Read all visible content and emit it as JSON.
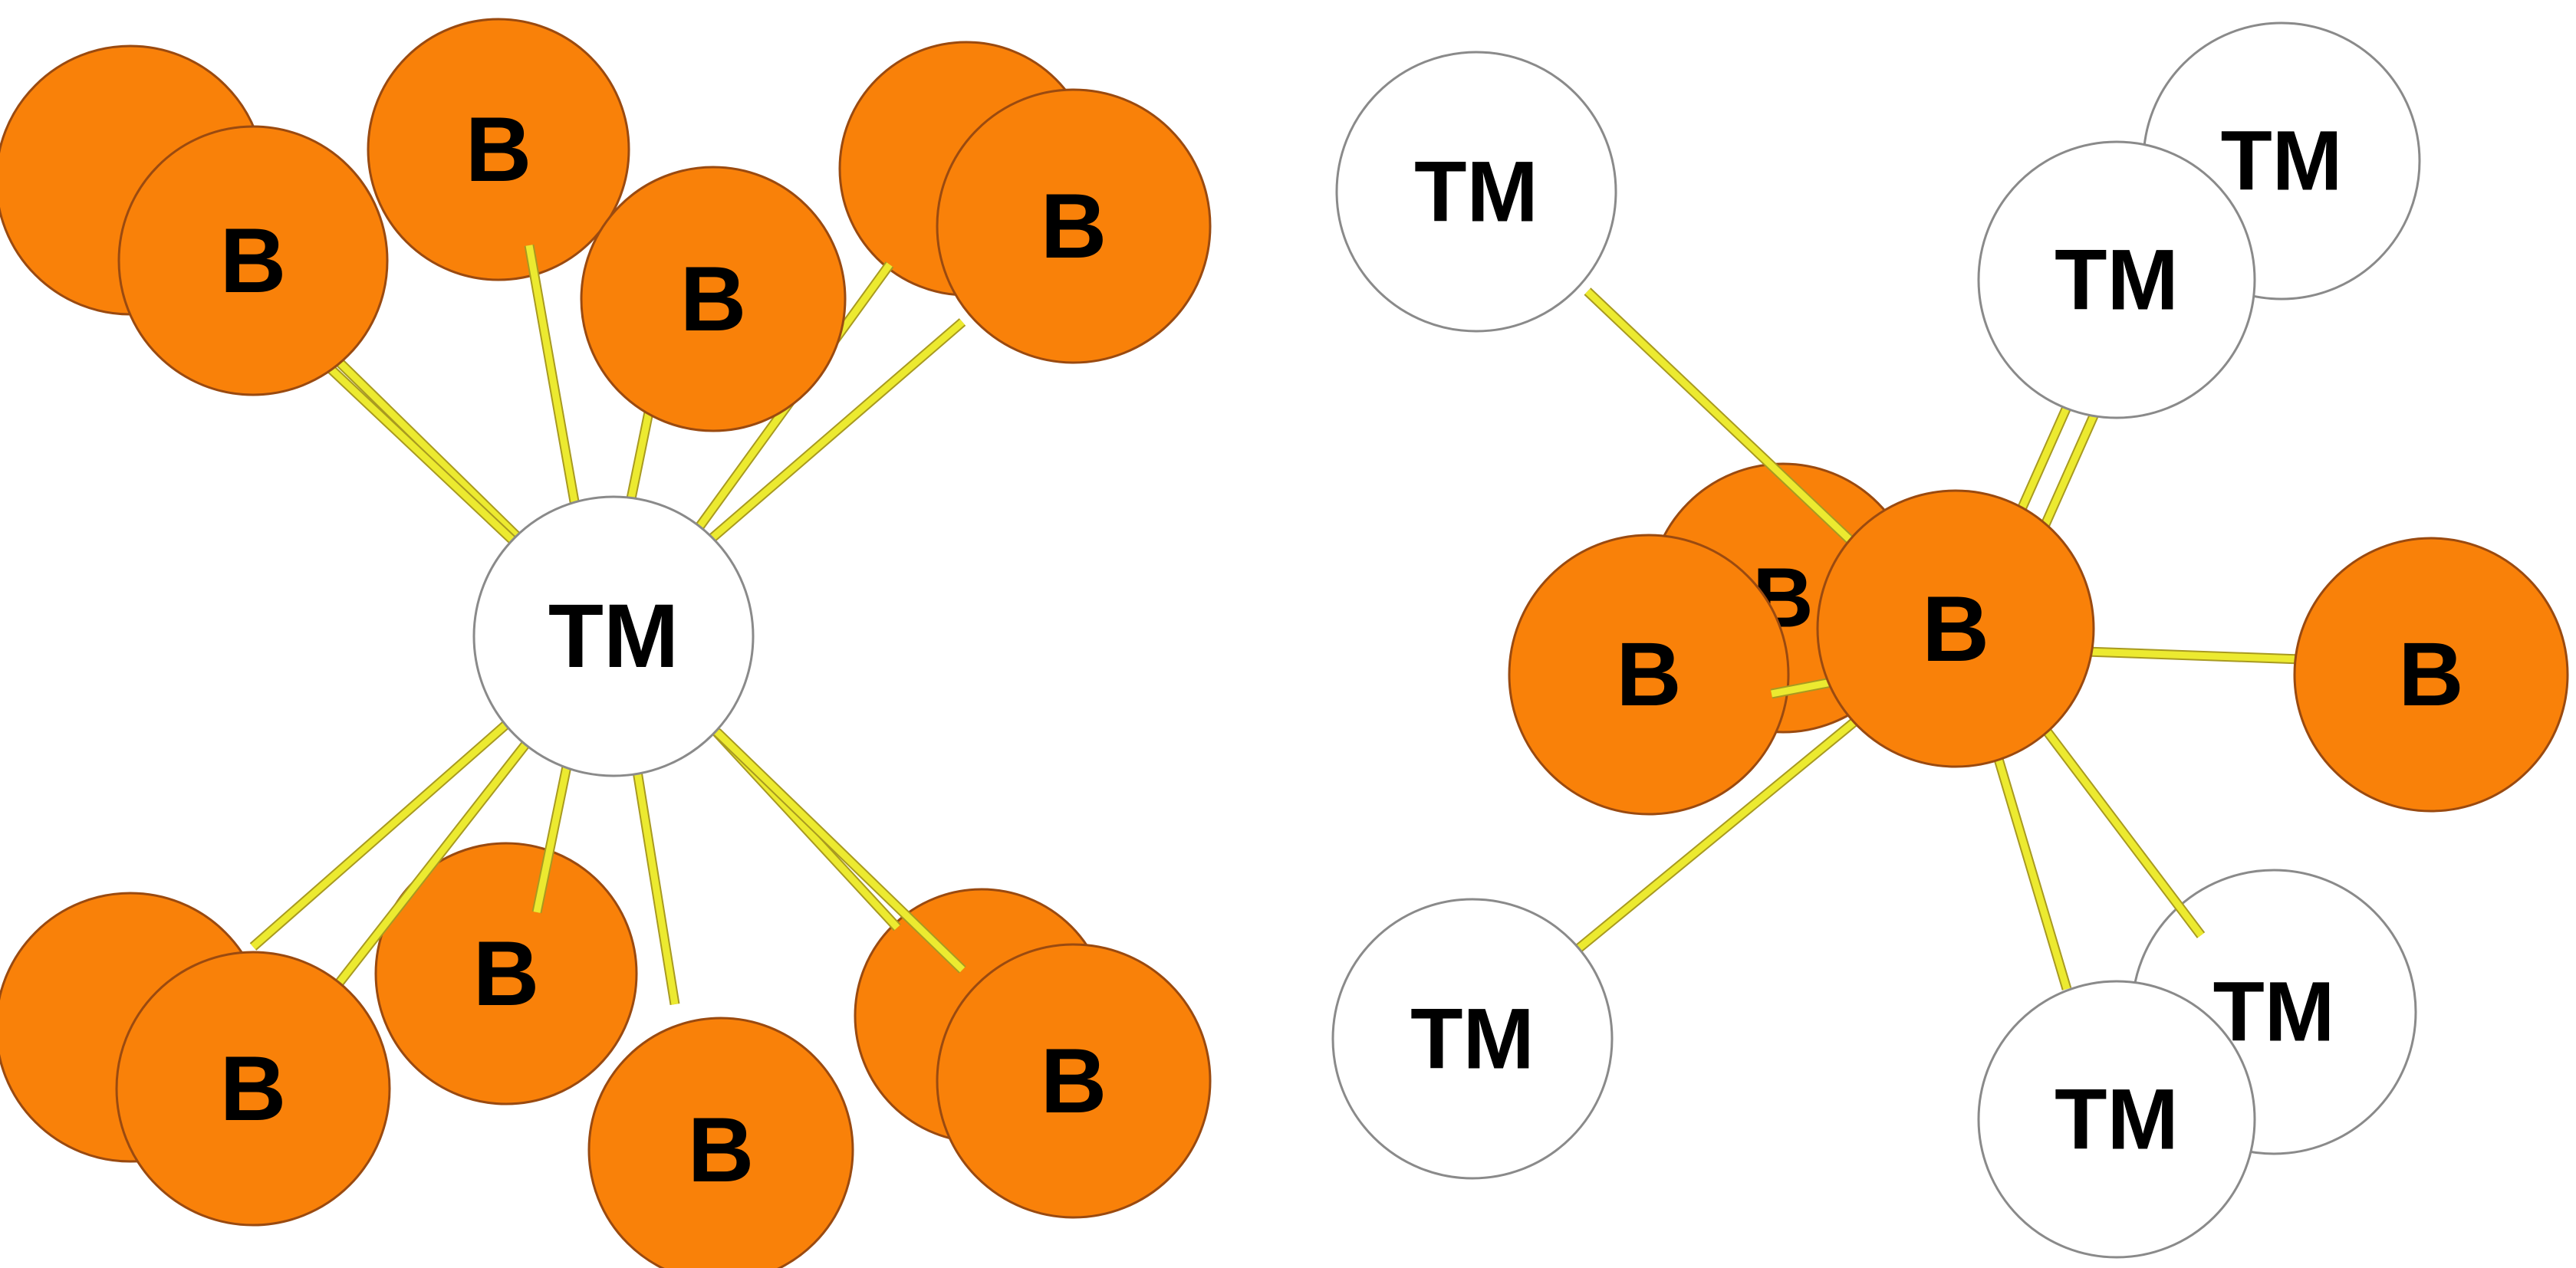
{
  "labels": {
    "transition_metal": "TM",
    "boron": "B"
  },
  "colors": {
    "boron_fill": "#f98109",
    "boron_stroke": "#9a4a10",
    "tm_fill": "#ffffff",
    "tm_stroke": "#8a8a8a",
    "bond_fill": "#ecea30",
    "bond_stroke": "#a89a20"
  },
  "left_cluster": {
    "center_atom": "TM",
    "neighbor_atom": "B",
    "neighbor_count": 12
  },
  "right_cluster": {
    "center_atom": "B",
    "boron_neighbor_count": 3,
    "tm_neighbor_count": 6
  }
}
